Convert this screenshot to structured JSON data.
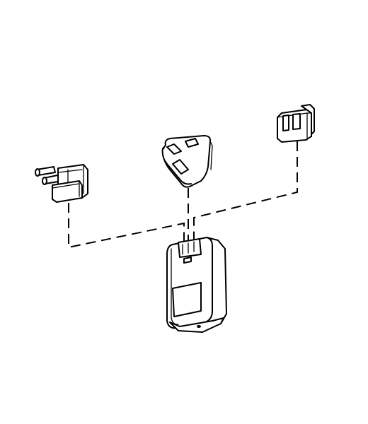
{
  "figure": {
    "background": "#ffffff",
    "line_color": "#000000",
    "parts": [
      {
        "id": "euro-plug-adapter",
        "icon": "two-round-pin-plug"
      },
      {
        "id": "uk-plug-adapter",
        "icon": "triangular-three-pin-plug"
      },
      {
        "id": "us-plug-adapter",
        "icon": "two-flat-pin-plug"
      },
      {
        "id": "power-adapter-body",
        "icon": "wall-charger"
      }
    ],
    "connector_style": "dashed"
  }
}
